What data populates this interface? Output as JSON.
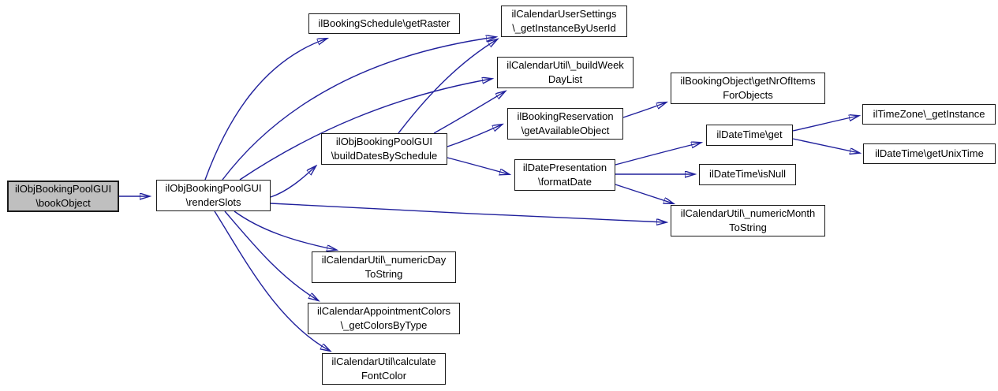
{
  "diagram": {
    "type": "call-graph",
    "colors": {
      "edge": "#20209c",
      "node_fill": "#ffffff",
      "node_border": "#1a1a1a",
      "highlight_fill": "#bfbfbf",
      "text": "#000000"
    },
    "nodes": [
      {
        "id": "bookObject",
        "label": "ilObjBookingPoolGUI\n\\bookObject",
        "highlighted": true
      },
      {
        "id": "renderSlots",
        "label": "ilObjBookingPoolGUI\n\\renderSlots",
        "highlighted": false
      },
      {
        "id": "getRaster",
        "label": "ilBookingSchedule\\getRaster",
        "highlighted": false
      },
      {
        "id": "getInstanceByUserId",
        "label": "ilCalendarUserSettings\n\\_getInstanceByUserId",
        "highlighted": false
      },
      {
        "id": "buildWeekDayList",
        "label": "ilCalendarUtil\\_buildWeek\nDayList",
        "highlighted": false
      },
      {
        "id": "buildDatesBySchedule",
        "label": "ilObjBookingPoolGUI\n\\buildDatesBySchedule",
        "highlighted": false
      },
      {
        "id": "getAvailableObject",
        "label": "ilBookingReservation\n\\getAvailableObject",
        "highlighted": false
      },
      {
        "id": "getNrOfItemsForObjects",
        "label": "ilBookingObject\\getNrOfItems\nForObjects",
        "highlighted": false
      },
      {
        "id": "formatDate",
        "label": "ilDatePresentation\n\\formatDate",
        "highlighted": false
      },
      {
        "id": "dateTimeGet",
        "label": "ilDateTime\\get",
        "highlighted": false
      },
      {
        "id": "timeZoneGetInstance",
        "label": "ilTimeZone\\_getInstance",
        "highlighted": false
      },
      {
        "id": "getUnixTime",
        "label": "ilDateTime\\getUnixTime",
        "highlighted": false
      },
      {
        "id": "isNull",
        "label": "ilDateTime\\isNull",
        "highlighted": false
      },
      {
        "id": "numericMonthToString",
        "label": "ilCalendarUtil\\_numericMonth\nToString",
        "highlighted": false
      },
      {
        "id": "numericDayToString",
        "label": "ilCalendarUtil\\_numericDay\nToString",
        "highlighted": false
      },
      {
        "id": "getColorsByType",
        "label": "ilCalendarAppointmentColors\n\\_getColorsByType",
        "highlighted": false
      },
      {
        "id": "calculateFontColor",
        "label": "ilCalendarUtil\\calculate\nFontColor",
        "highlighted": false
      }
    ],
    "edges": [
      {
        "from": "bookObject",
        "to": "renderSlots"
      },
      {
        "from": "renderSlots",
        "to": "getRaster"
      },
      {
        "from": "renderSlots",
        "to": "getInstanceByUserId"
      },
      {
        "from": "renderSlots",
        "to": "buildWeekDayList"
      },
      {
        "from": "renderSlots",
        "to": "buildDatesBySchedule"
      },
      {
        "from": "renderSlots",
        "to": "numericMonthToString"
      },
      {
        "from": "renderSlots",
        "to": "numericDayToString"
      },
      {
        "from": "renderSlots",
        "to": "getColorsByType"
      },
      {
        "from": "renderSlots",
        "to": "calculateFontColor"
      },
      {
        "from": "buildDatesBySchedule",
        "to": "getInstanceByUserId"
      },
      {
        "from": "buildDatesBySchedule",
        "to": "buildWeekDayList"
      },
      {
        "from": "buildDatesBySchedule",
        "to": "getAvailableObject"
      },
      {
        "from": "buildDatesBySchedule",
        "to": "formatDate"
      },
      {
        "from": "getAvailableObject",
        "to": "getNrOfItemsForObjects"
      },
      {
        "from": "formatDate",
        "to": "dateTimeGet"
      },
      {
        "from": "formatDate",
        "to": "isNull"
      },
      {
        "from": "formatDate",
        "to": "numericMonthToString"
      },
      {
        "from": "dateTimeGet",
        "to": "timeZoneGetInstance"
      },
      {
        "from": "dateTimeGet",
        "to": "getUnixTime"
      }
    ]
  }
}
